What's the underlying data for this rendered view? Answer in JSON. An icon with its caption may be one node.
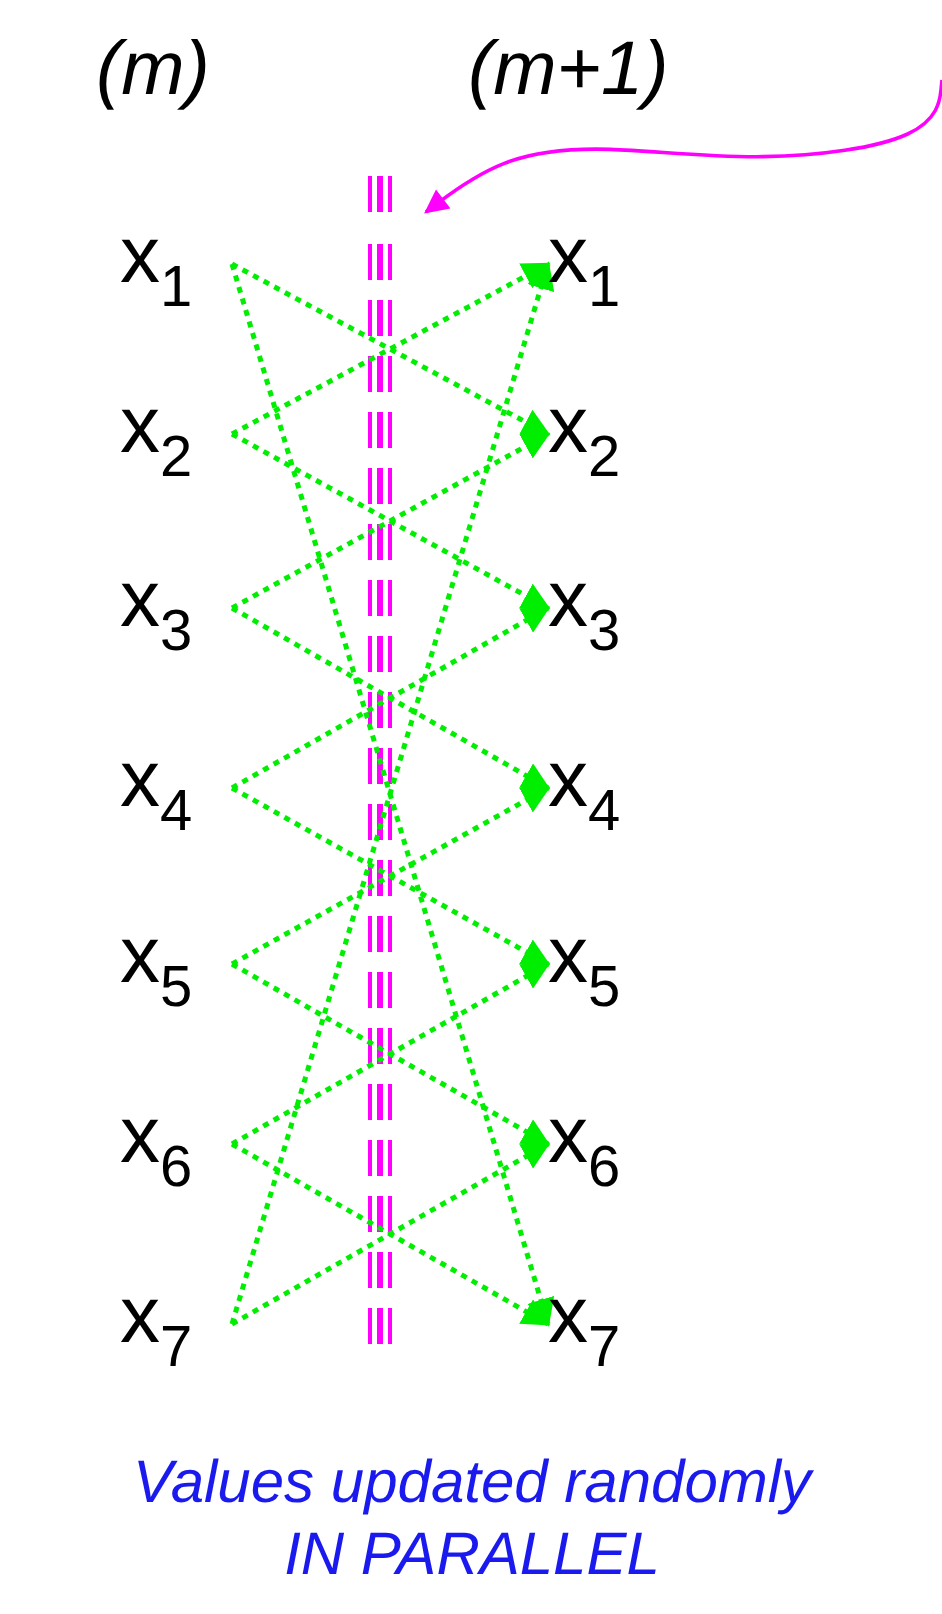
{
  "diagram": {
    "nodes": [
      {
        "text": [
          "x$_{1}$"
        ]
      },
      {
        "text": [
          "x$_{2}$"
        ]
      },
      {
        "text": [
          "x$_{3}$"
        ]
      },
      {
        "text": [
          "x$_{4}$"
        ]
      },
      {
        "text": [
          "x$_{5}$"
        ]
      },
      {
        "text": [
          "x$_{6}$"
        ]
      },
      {
        "text": [
          "x$_{7}$"
        ]
      },
      {
        "text": [
          "x$_{1}$"
        ]
      },
      {
        "text": [
          "x$_{2}$"
        ]
      },
      {
        "text": [
          "x$_{3}$"
        ]
      },
      {
        "text": [
          "x$_{4}$"
        ]
      },
      {
        "text": [
          "x$_{5}$"
        ]
      },
      {
        "text": [
          "x$_{6}$"
        ]
      },
      {
        "text": [
          "x$_{7}$"
        ]
      },
      {
        "text": [],
        "shape": "bar"
      }
    ],
    "edges": [
      {
        "from": 0,
        "to": 8,
        "arrow": "to",
        "style": "dashed"
      },
      {
        "from": 0,
        "to": 13,
        "arrow": "to",
        "style": "dashed"
      },
      {
        "from": 1,
        "to": 7,
        "arrow": "to",
        "style": "dashed"
      },
      {
        "from": 1,
        "to": 9,
        "arrow": "to",
        "style": "dashed"
      },
      {
        "from": 2,
        "to": 8,
        "arrow": "to",
        "style": "dashed"
      },
      {
        "from": 2,
        "to": 10,
        "arrow": "to",
        "style": "dashed"
      },
      {
        "from": 3,
        "to": 9,
        "arrow": "to",
        "style": "dashed"
      },
      {
        "from": 3,
        "to": 11,
        "arrow": "to",
        "style": "dashed"
      },
      {
        "from": 4,
        "to": 10,
        "arrow": "to",
        "style": "dashed"
      },
      {
        "from": 4,
        "to": 12,
        "arrow": "to",
        "style": "dashed"
      },
      {
        "from": 5,
        "to": 11,
        "arrow": "to",
        "style": "dashed"
      },
      {
        "from": 5,
        "to": 13,
        "arrow": "to",
        "style": "dashed"
      },
      {
        "from": 6,
        "to": 12,
        "arrow": "to",
        "style": "dashed"
      },
      {
        "from": 6,
        "to": 7,
        "arrow": "to",
        "style": "dashed"
      },
      {
        "from": null,
        "to": 14,
        "arrow": "to",
        "color": "#ff00ff"
      }
    ],
    "labels": [
      "(m)",
      "(m+1)",
      "Values updated randomly IN PARALLEL"
    ]
  }
}
